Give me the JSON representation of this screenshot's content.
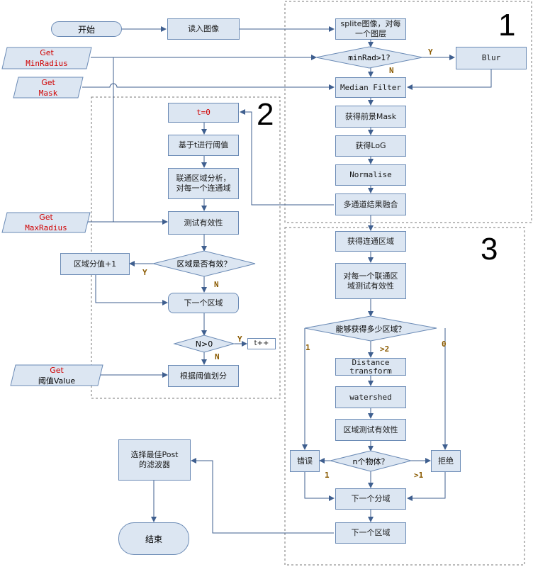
{
  "region_numbers": [
    "1",
    "2",
    "3"
  ],
  "start": "开始",
  "end": "结束",
  "read_image": "读入图像",
  "inputs": {
    "minradius_get": "Get",
    "minradius_name": "MinRadius",
    "mask_get": "Get",
    "mask_name": "Mask",
    "maxradius_get": "Get",
    "maxradius_name": "MaxRadius",
    "threshold_get": "Get",
    "threshold_name": "阈值Value"
  },
  "section1": {
    "split": "splite图像，对每\n一个图层",
    "minrad_q": "minRad>1?",
    "blur": "Blur",
    "median": "Median Filter",
    "fg_mask": "获得前景Mask",
    "log": "获得LoG",
    "normalise": "Normalise",
    "merge": "多通道结果融合",
    "yes": "Y",
    "no": "N"
  },
  "section2": {
    "t0": "t=0",
    "threshold_t": "基于t进行阈值",
    "connected": "联通区域分析，\n对每一个连通域",
    "test_validity": "测试有效性",
    "region_valid_q": "区域是否有效？",
    "region_score": "区域分值+1",
    "next_region": "下一个区域",
    "n_gt_0": "N>0",
    "t_inc": "t++",
    "partition": "根据阈值划分",
    "yes1": "Y",
    "no1": "N",
    "yes2": "Y",
    "no2": "N"
  },
  "section3": {
    "get_connected": "获得连通区域",
    "test_each": "对每一个联通区\n域测试有效性",
    "how_many_q": "能够获得多少区域？",
    "dist_transform": "Distance\ntransform",
    "watershed": "watershed",
    "region_test": "区域测试有效性",
    "n_objects_q": "n个物体？",
    "error": "错误",
    "reject": "拒绝",
    "next_sub": "下一个分域",
    "next_region": "下一个区域",
    "lbl_1": "1",
    "lbl_gt2": ">2",
    "lbl_0": "0",
    "lbl_1b": "1",
    "lbl_gt1": ">1"
  },
  "select_post": "选择最佳Post\n的滤波器"
}
